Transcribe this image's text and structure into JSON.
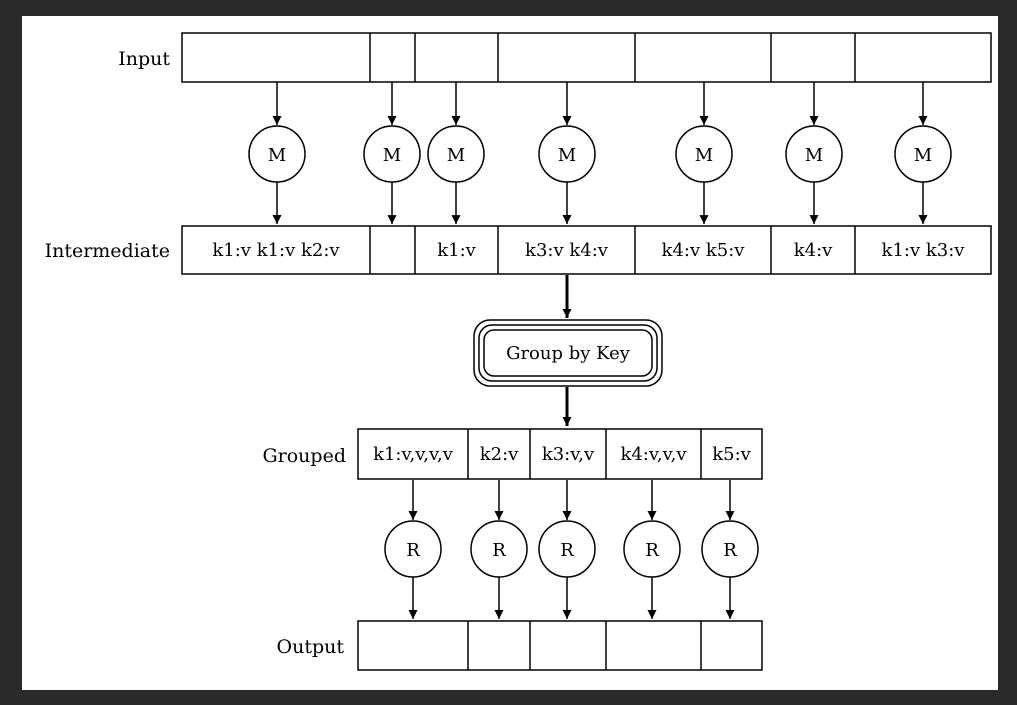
{
  "diagram": {
    "rows": {
      "input_label": "Input",
      "intermediate_label": "Intermediate",
      "grouped_label": "Grouped",
      "output_label": "Output"
    },
    "map_node_label": "M",
    "reduce_node_label": "R",
    "group_node_label": "Group by Key",
    "intermediate_cells": [
      "k1:v k1:v k2:v",
      "",
      "k1:v",
      "k3:v k4:v",
      "k4:v k5:v",
      "k4:v",
      "k1:v k3:v"
    ],
    "grouped_cells": [
      "k1:v,v,v,v",
      "k2:v",
      "k3:v,v",
      "k4:v,v,v",
      "k5:v"
    ]
  },
  "colors": {
    "frame": "#2a2a2a",
    "canvas": "#ffffff",
    "ink": "#000000"
  }
}
